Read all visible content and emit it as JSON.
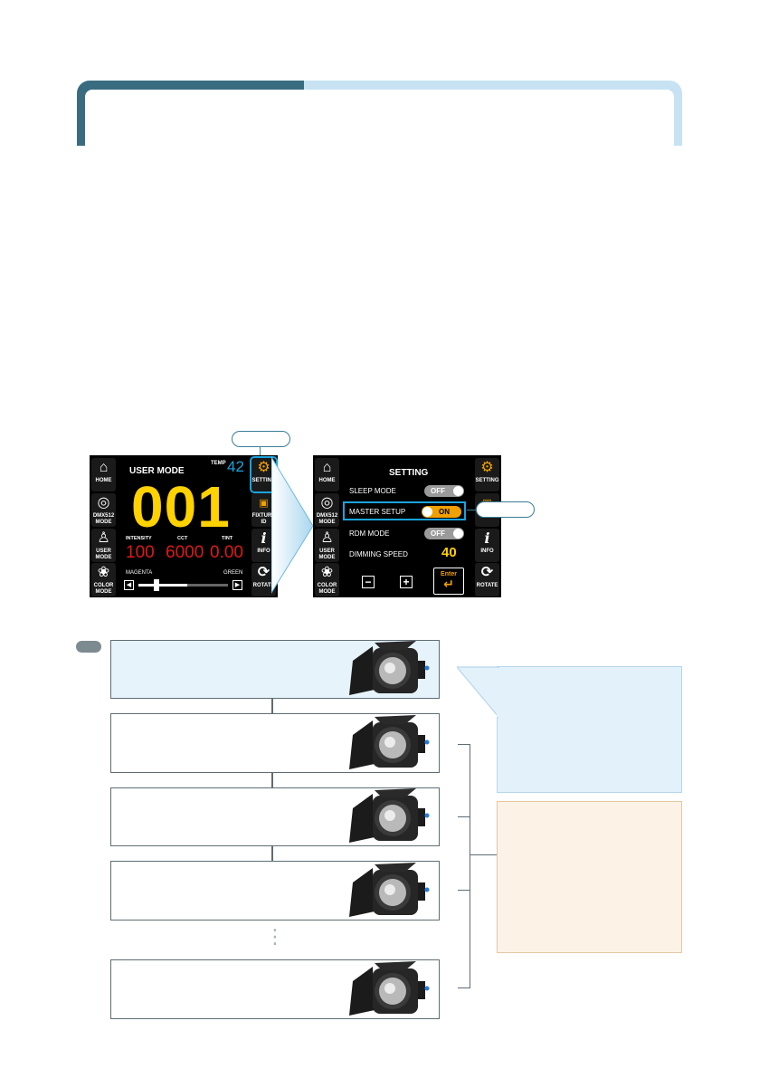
{
  "screen1": {
    "title": "USER MODE",
    "temp_label": "TEMP",
    "temp_value": "42",
    "address": "001",
    "intensity_label": "INTENSITY",
    "intensity_value": "100",
    "cct_label": "CCT",
    "cct_value": "6000",
    "tint_label": "TINT",
    "tint_value": "0.00",
    "magenta_label": "MAGENTA",
    "green_label": "GREEN",
    "tint_slider_level": 0.2,
    "left_buttons": [
      {
        "label": "HOME",
        "icon": "home-icon"
      },
      {
        "label": "DMX512\nMODE",
        "icon": "dmx-icon"
      },
      {
        "label": "USER\nMODE",
        "icon": "user-icon"
      },
      {
        "label": "COLOR\nMODE",
        "icon": "color-circles-icon"
      }
    ],
    "right_buttons": [
      {
        "label": "SETTING",
        "icon": "gear-icon"
      },
      {
        "label": "FIXTURE\nID",
        "icon": "id-icon"
      },
      {
        "label": "INFO",
        "icon": "info-icon"
      },
      {
        "label": "ROTATE",
        "icon": "rotate-icon"
      }
    ]
  },
  "screen2": {
    "title": "SETTING",
    "rows": [
      {
        "label": "SLEEP MODE",
        "state": "OFF"
      },
      {
        "label": "MASTER SETUP",
        "state": "ON"
      },
      {
        "label": "RDM MODE",
        "state": "OFF"
      }
    ],
    "dimming_label": "DIMMING SPEED",
    "dimming_value": "40",
    "minus_label": "−",
    "plus_label": "+",
    "enter_label": "Enter",
    "enter_glyph": "↵",
    "left_buttons": [
      {
        "label": "HOME"
      },
      {
        "label": "DMX512\nMODE"
      },
      {
        "label": "USER\nMODE"
      },
      {
        "label": "COLOR\nMODE"
      }
    ],
    "right_buttons": [
      {
        "label": "SETTING"
      },
      {
        "label": "ID"
      },
      {
        "label": "INFO"
      },
      {
        "label": "ROTATE"
      }
    ]
  },
  "ellipsis": "⋮",
  "colors": {
    "accent_blue": "#1aa3dc",
    "lcd_yellow": "#ffd200",
    "lcd_red": "#e01818",
    "lcd_orange": "#f0a000",
    "banner_dark": "#3a6c80",
    "banner_light": "#c7e3f3"
  }
}
